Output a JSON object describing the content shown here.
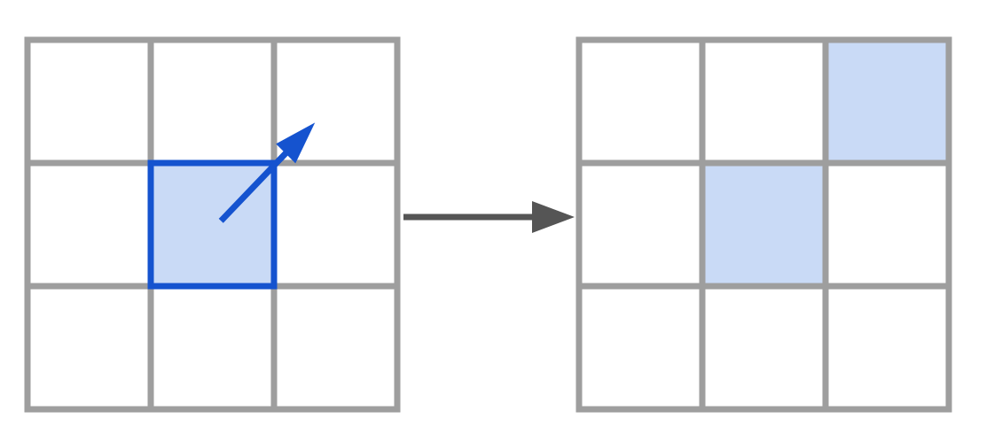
{
  "colors": {
    "background": "#ffffff",
    "grid_line": "#9e9e9e",
    "cell_fill": "#c9daf6",
    "highlight_border": "#1553cf",
    "direction_arrow": "#1553cf",
    "transition_arrow": "#555555"
  },
  "grid_size": [
    3,
    3
  ],
  "before_grid": {
    "highlighted_cells": [
      [
        1,
        1
      ]
    ],
    "outlined_cell": [
      1,
      1
    ],
    "arrow_direction": "up-right",
    "arrow_icon": "diagonal-arrow-icon"
  },
  "transition": {
    "icon": "right-arrow-icon"
  },
  "after_grid": {
    "highlighted_cells": [
      [
        1,
        1
      ],
      [
        0,
        2
      ]
    ]
  }
}
